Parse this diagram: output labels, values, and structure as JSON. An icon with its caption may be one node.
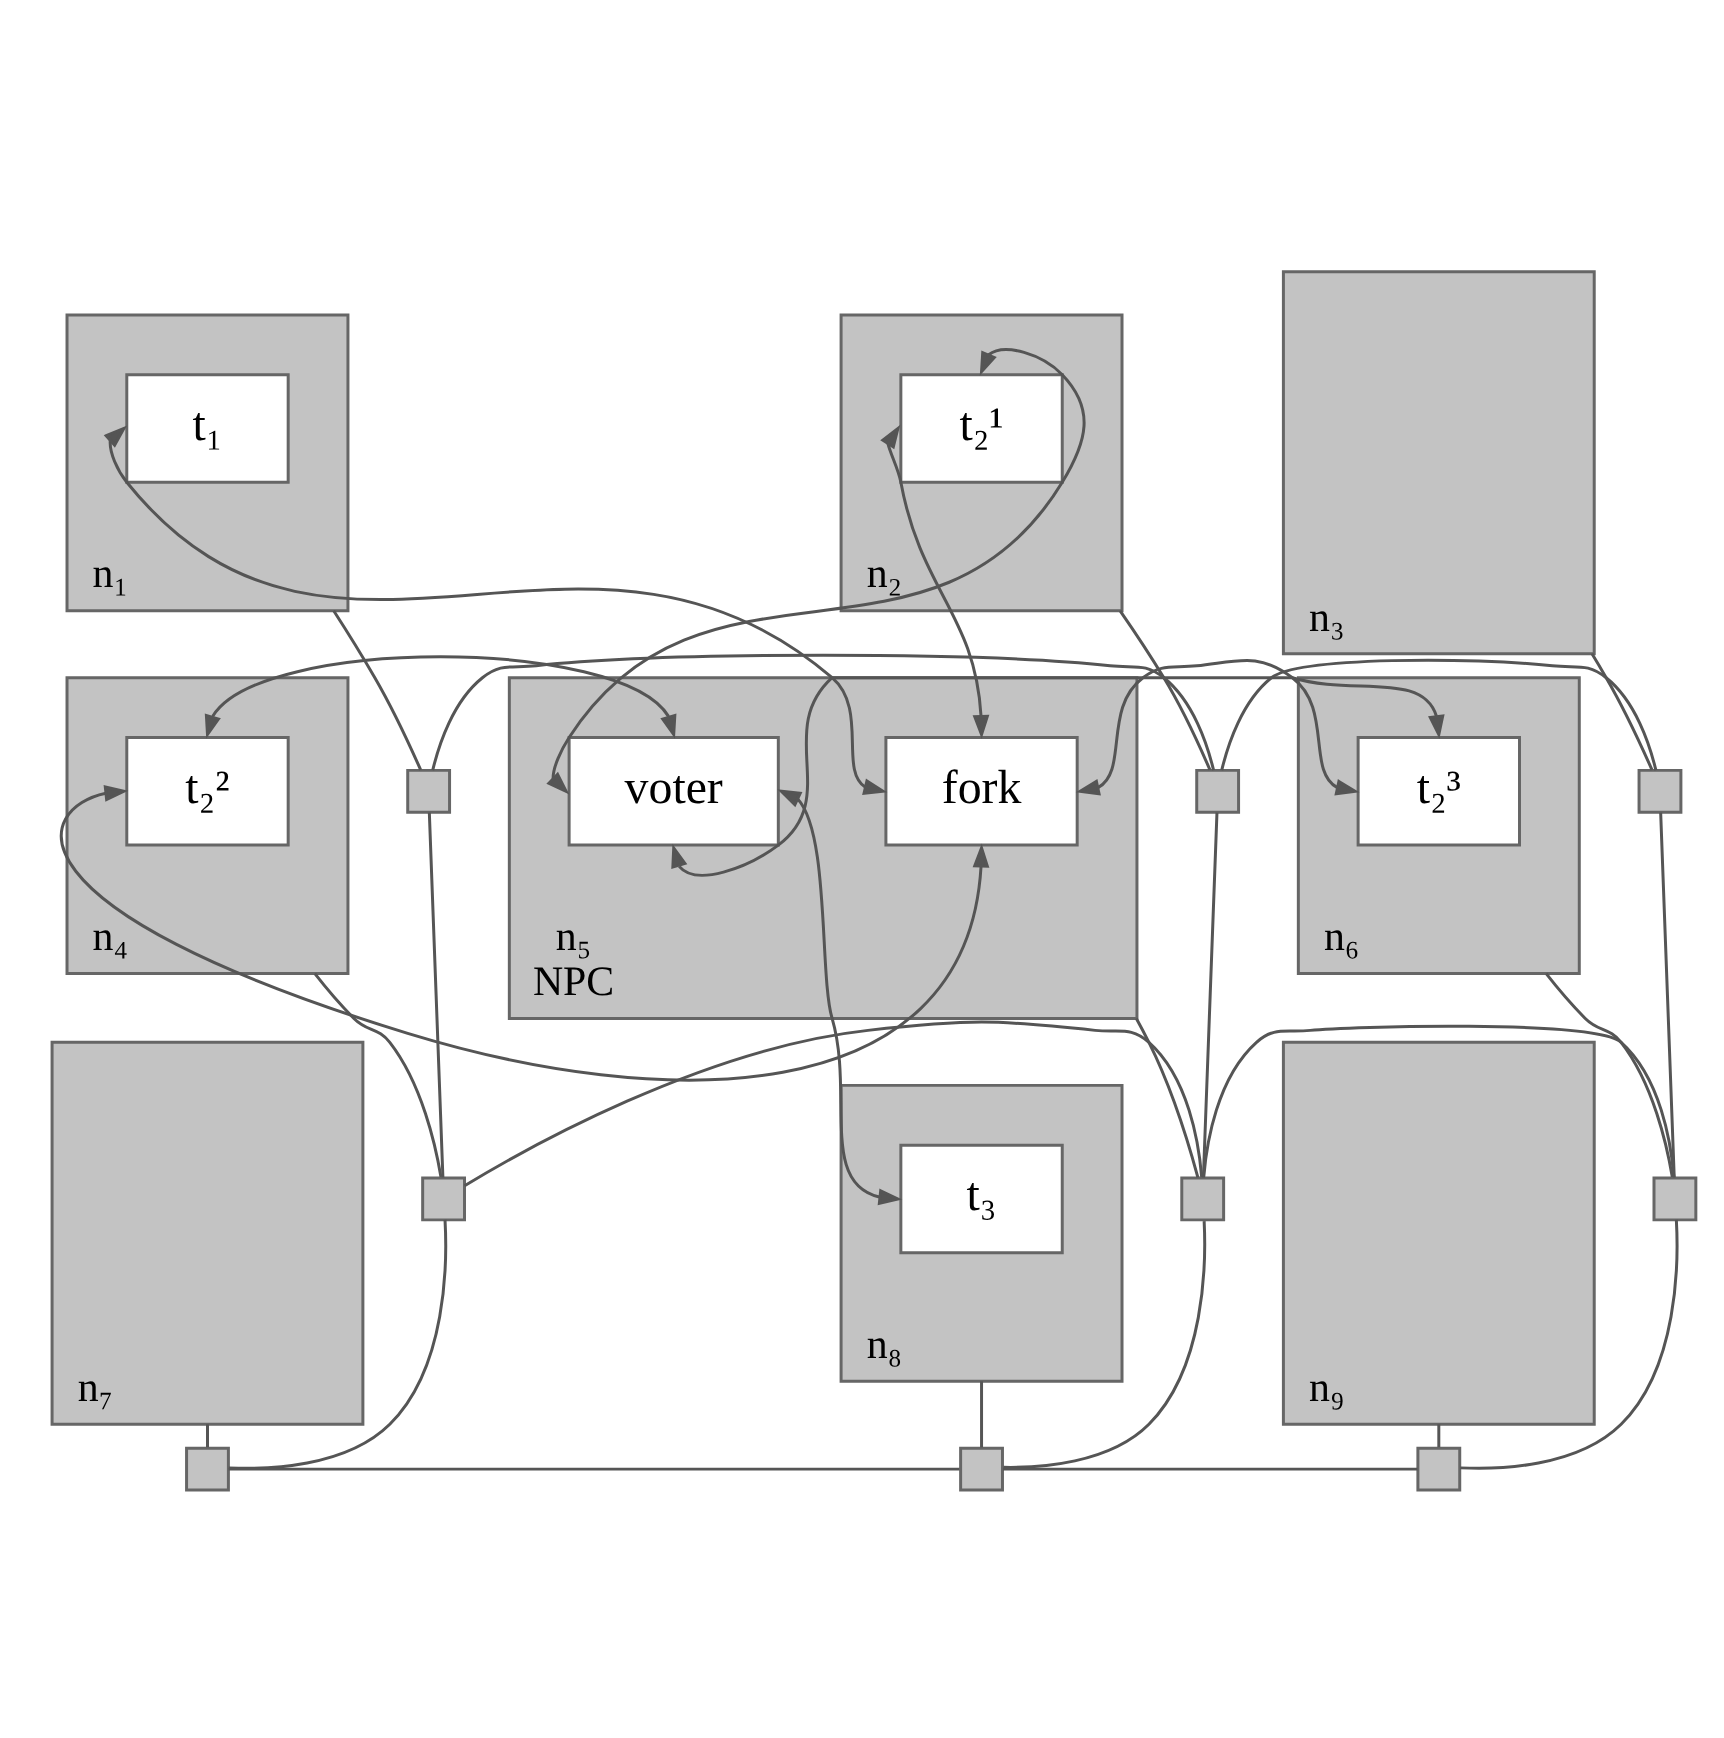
{
  "diagram": {
    "nodes": [
      {
        "text": [
          "n₁"
        ]
      },
      {
        "text": [
          "t₁"
        ],
        "in": 0
      },
      {
        "text": [
          "n₂"
        ]
      },
      {
        "text": [
          "t₂¹"
        ],
        "in": 2
      },
      {
        "text": [
          "n₃"
        ]
      },
      {
        "text": [
          "n₄"
        ]
      },
      {
        "text": [
          "t₂²"
        ],
        "in": 5
      },
      {
        "text": [
          "n₅",
          "NPC"
        ]
      },
      {
        "text": [
          "fork"
        ],
        "in": 7
      },
      {
        "text": [
          "voter"
        ],
        "in": 7
      },
      {
        "text": [
          "n₆"
        ]
      },
      {
        "text": [
          "t₂³"
        ],
        "in": 10
      },
      {
        "text": [
          "n₇"
        ]
      },
      {
        "text": [
          "n₈"
        ]
      },
      {
        "text": [
          "t₃"
        ],
        "in": 13
      },
      {
        "text": [
          "n₉"
        ]
      },
      {
        "text": [],
        "shape": "box"
      },
      {
        "text": [],
        "shape": "box"
      },
      {
        "text": [],
        "shape": "box"
      },
      {
        "text": [],
        "shape": "box"
      },
      {
        "text": [],
        "shape": "box"
      },
      {
        "text": [],
        "shape": "box"
      },
      {
        "text": [],
        "shape": "box"
      },
      {
        "text": [],
        "shape": "box"
      },
      {
        "text": [],
        "shape": "box"
      }
    ],
    "edges": [
      {
        "from": 1,
        "to": 8,
        "arrow": "both"
      },
      {
        "from": 8,
        "to": 3,
        "arrow": "both"
      },
      {
        "from": 8,
        "to": 6,
        "arrow": "both"
      },
      {
        "from": 8,
        "to": 11,
        "arrow": "both"
      },
      {
        "from": 3,
        "to": 9,
        "arrow": "both"
      },
      {
        "from": 6,
        "to": 9,
        "arrow": "both"
      },
      {
        "from": 11,
        "to": 9,
        "arrow": "both"
      },
      {
        "from": 9,
        "to": 14,
        "arrow": "both"
      },
      {
        "from": 0,
        "to": 16,
        "arrow": "none"
      },
      {
        "from": 2,
        "to": 17,
        "arrow": "none"
      },
      {
        "from": 4,
        "to": 18,
        "arrow": "none"
      },
      {
        "from": 5,
        "to": 19,
        "arrow": "none"
      },
      {
        "from": 7,
        "to": 20,
        "arrow": "none"
      },
      {
        "from": 10,
        "to": 21,
        "arrow": "none"
      },
      {
        "from": 12,
        "to": 22,
        "arrow": "none"
      },
      {
        "from": 13,
        "to": 23,
        "arrow": "none"
      },
      {
        "from": 15,
        "to": 24,
        "arrow": "none"
      },
      {
        "from": 16,
        "to": 17,
        "arrow": "none"
      },
      {
        "from": 17,
        "to": 18,
        "arrow": "none"
      },
      {
        "from": 19,
        "to": 20,
        "arrow": "none"
      },
      {
        "from": 20,
        "to": 21,
        "arrow": "none"
      },
      {
        "from": 22,
        "to": 23,
        "arrow": "none"
      },
      {
        "from": 23,
        "to": 24,
        "arrow": "none"
      },
      {
        "from": 16,
        "to": 19,
        "arrow": "none"
      },
      {
        "from": 19,
        "to": 22,
        "arrow": "none"
      },
      {
        "from": 17,
        "to": 20,
        "arrow": "none"
      },
      {
        "from": 20,
        "to": 23,
        "arrow": "none"
      },
      {
        "from": 18,
        "to": 21,
        "arrow": "none"
      },
      {
        "from": 21,
        "to": 24,
        "arrow": "none"
      }
    ]
  }
}
